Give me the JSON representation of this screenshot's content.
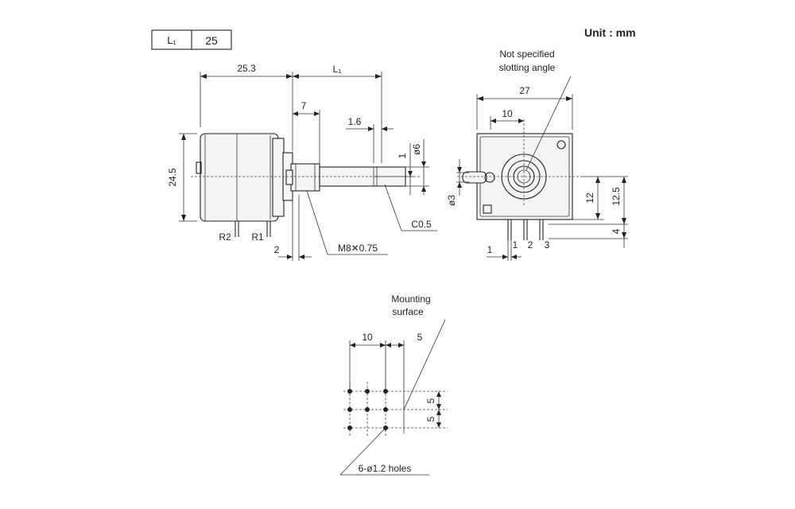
{
  "unit_label": "Unit : mm",
  "table": {
    "key": "L₁",
    "value": "25"
  },
  "side_view": {
    "width_label": "25.3",
    "l1_label": "L₁",
    "bushing_label": "7",
    "flat_label": "1.6",
    "flat_depth_label": "1",
    "shaft_dia_label": "ø6",
    "height_label": "24.5",
    "r2_label": "R2",
    "r1_label": "R1",
    "gap_label": "2",
    "thread_label": "M8✕0.75",
    "chamfer_label": "C0.5"
  },
  "front_view": {
    "note_line1": "Not specified",
    "note_line2": "slotting angle",
    "width_label": "27",
    "offset_label": "10",
    "lug_dia_label": "ø3",
    "center_height_label": "12",
    "total_height_label": "12.5",
    "pin_length_label": "4",
    "pin_spacing_label": "1",
    "pin1": "1",
    "pin2": "2",
    "pin3": "3"
  },
  "footprint": {
    "mount_line1": "Mounting",
    "mount_line2": "surface",
    "pitch_x_label": "10",
    "surface_offset_label": "5",
    "pitch_y1_label": "5",
    "pitch_y2_label": "5",
    "holes_label": "6-ø1.2 holes"
  }
}
